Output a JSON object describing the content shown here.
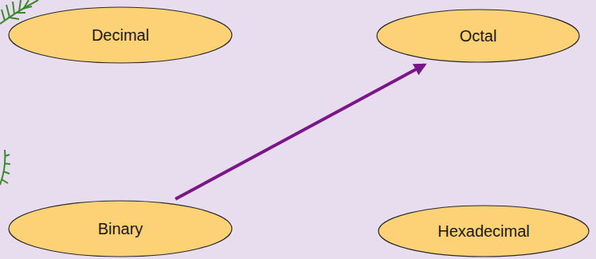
{
  "diagram": {
    "nodes": [
      {
        "text": [
          "Decimal"
        ]
      },
      {
        "text": [
          "Octal"
        ]
      },
      {
        "text": [
          "Binary"
        ]
      },
      {
        "text": [
          "Hexadecimal"
        ]
      }
    ],
    "edges": [
      {
        "from": 2,
        "to": 1,
        "arrow": "to"
      }
    ]
  }
}
